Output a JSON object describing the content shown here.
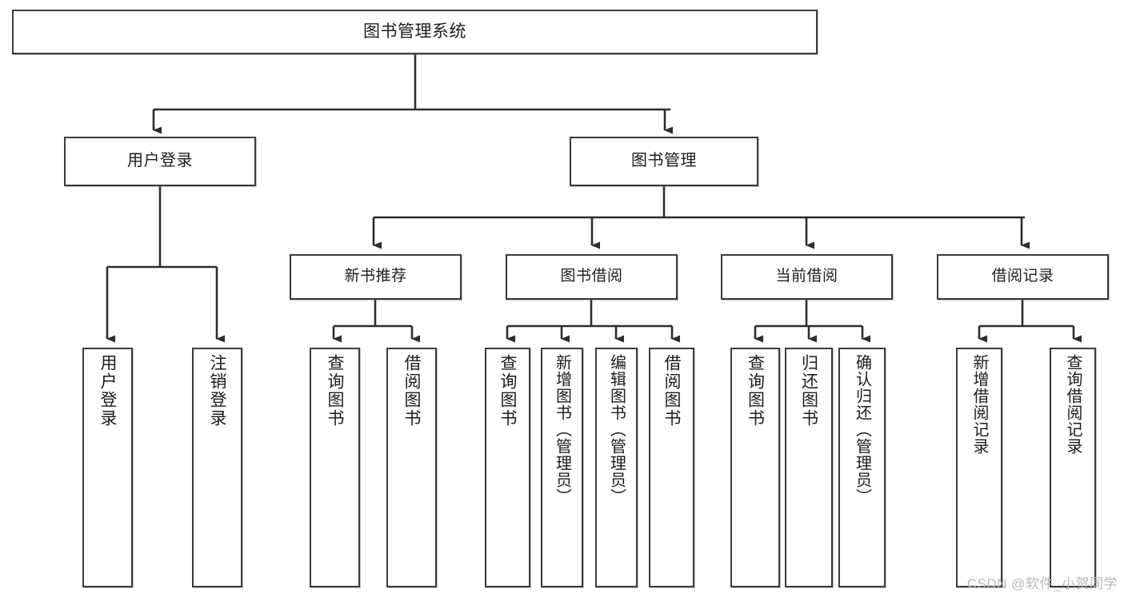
{
  "diagram": {
    "title": "图书管理系统",
    "type": "tree-hierarchy-diagram",
    "watermark": "CSDN @软件_小贺同学",
    "colors": {
      "background": "#ffffff",
      "box_border": "#3b3b3b",
      "box_fill": "#ffffff",
      "text": "#1c1c1c",
      "edge": "#2d2d2d",
      "watermark": "#b9b9b9"
    },
    "root": {
      "label": "图书管理系统"
    },
    "level2": [
      {
        "id": "user-login",
        "label": "用户登录"
      },
      {
        "id": "book-manage",
        "label": "图书管理"
      }
    ],
    "level3": [
      {
        "id": "new-book-rec",
        "label": "新书推荐"
      },
      {
        "id": "book-borrow",
        "label": "图书借阅"
      },
      {
        "id": "current-borrow",
        "label": "当前借阅"
      },
      {
        "id": "borrow-record",
        "label": "借阅记录"
      }
    ],
    "leaves": {
      "user_login": [
        {
          "id": "leaf-user-login",
          "label": "用户登录"
        },
        {
          "id": "leaf-logout-login",
          "label": "注销登录"
        }
      ],
      "new_book_rec": [
        {
          "id": "leaf-query-book-1",
          "label": "查询图书"
        },
        {
          "id": "leaf-borrow-book-1",
          "label": "借阅图书"
        }
      ],
      "book_borrow": [
        {
          "id": "leaf-query-book-2",
          "label": "查询图书"
        },
        {
          "id": "leaf-add-book",
          "label": "新增图书（管理员）"
        },
        {
          "id": "leaf-edit-book",
          "label": "编辑图书（管理员）"
        },
        {
          "id": "leaf-borrow-book-2",
          "label": "借阅图书"
        }
      ],
      "current_borrow": [
        {
          "id": "leaf-query-book-3",
          "label": "查询图书"
        },
        {
          "id": "leaf-return-book",
          "label": "归还图书"
        },
        {
          "id": "leaf-confirm-return",
          "label": "确认归还（管理员）"
        }
      ],
      "borrow_record": [
        {
          "id": "leaf-add-record",
          "label": "新增借阅记录"
        },
        {
          "id": "leaf-query-record",
          "label": "查询借阅记录"
        }
      ]
    }
  }
}
